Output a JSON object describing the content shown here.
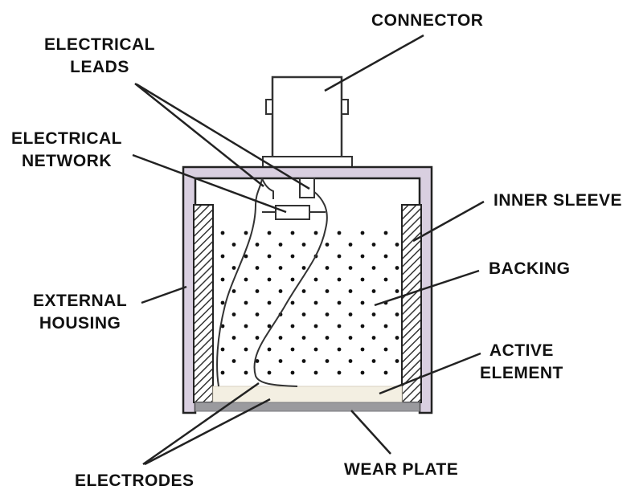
{
  "title": "Ultrasonic transducer cross-section",
  "colors": {
    "housing_fill": "#d9cfe0",
    "outline": "#222222",
    "active_element": "#f3efe2",
    "wear_plate": "#9a9a9e",
    "hatch": "#333333",
    "leader": "#222222",
    "backing_dot": "#111111"
  },
  "labels": {
    "connector": [
      "CONNECTOR"
    ],
    "electrical_leads": [
      "ELECTRICAL",
      "LEADS"
    ],
    "electrical_network": [
      "ELECTRICAL",
      "NETWORK"
    ],
    "inner_sleeve": [
      "INNER SLEEVE"
    ],
    "backing": [
      "BACKING"
    ],
    "external_housing": [
      "EXTERNAL",
      "HOUSING"
    ],
    "active_element": [
      "ACTIVE",
      "ELEMENT"
    ],
    "electrodes": [
      "ELECTRODES"
    ],
    "wear_plate": [
      "WEAR PLATE"
    ]
  }
}
